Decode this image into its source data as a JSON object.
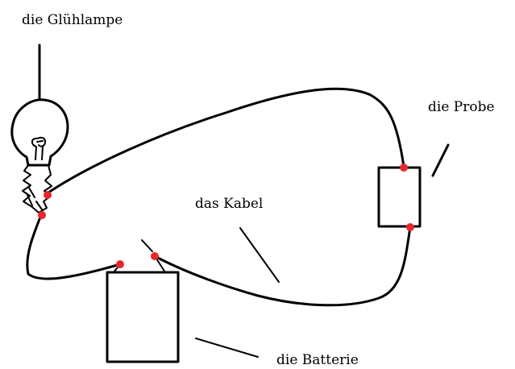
{
  "labels": {
    "lamp": "die Glühlampe",
    "probe": "die Probe",
    "cable": "das Kabel",
    "battery": "die Batterie"
  },
  "colors": {
    "line": "#000000",
    "contact": "#e8262c",
    "background": "#ffffff"
  }
}
